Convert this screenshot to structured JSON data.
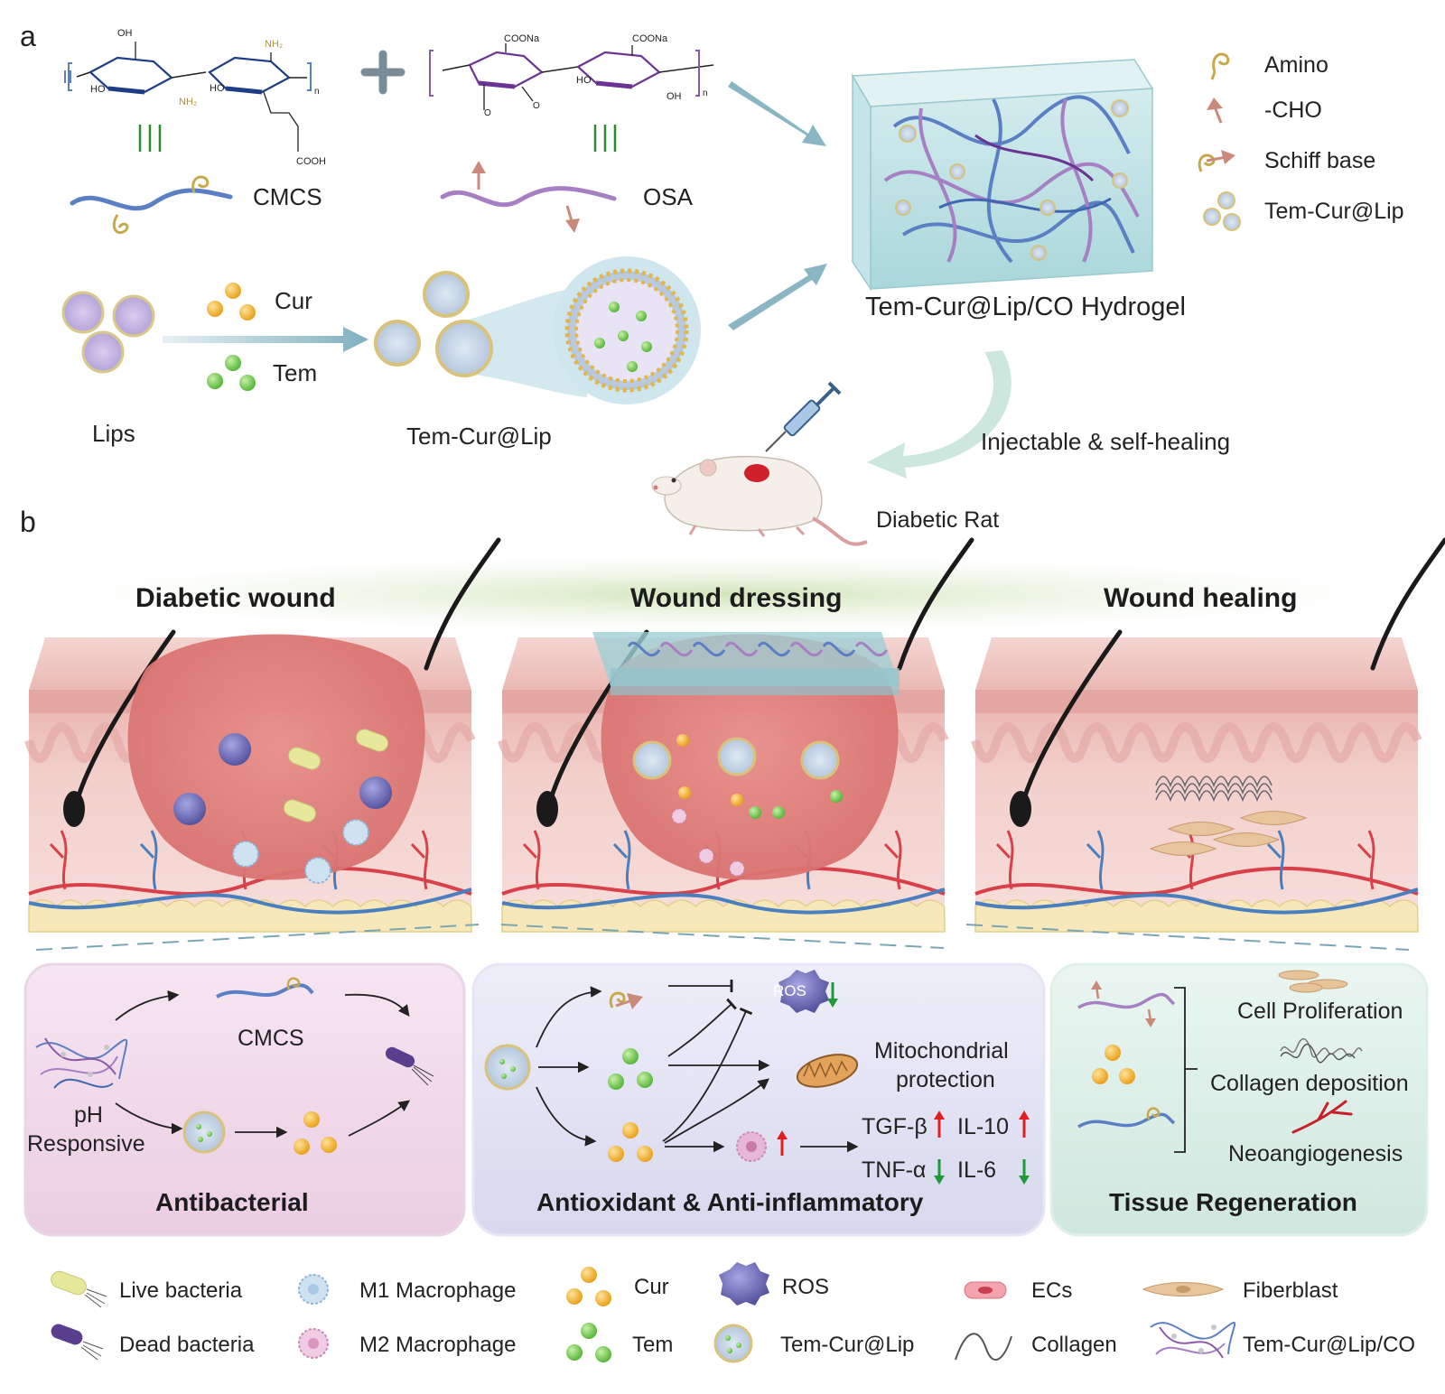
{
  "panel_a": {
    "letter": "a",
    "cmcs_label": "CMCS",
    "osa_label": "OSA",
    "cmcs_groups": {
      "oh": "OH",
      "nh2_top": "NH2",
      "nh2_bottom": "NH2",
      "ho_left": "HO",
      "ho_right": "HO",
      "cooh": "COOH",
      "n": "n"
    },
    "osa_groups": {
      "coona_1": "COONa",
      "coona_2": "COONa",
      "ho": "HO",
      "oh": "OH",
      "n": "n"
    },
    "equivalence_mark": "|||",
    "cur_label": "Cur",
    "tem_label": "Tem",
    "lips_label": "Lips",
    "liposome_label": "Tem-Cur@Lip",
    "hydrogel_label": "Tem-Cur@Lip/CO Hydrogel",
    "injectable_label": "Injectable & self-healing",
    "rat_label": "Diabetic Rat",
    "key": [
      {
        "icon": "amino-icon",
        "label": "Amino"
      },
      {
        "icon": "cho-icon",
        "label": "-CHO"
      },
      {
        "icon": "schiff-base-icon",
        "label": "Schiff base"
      },
      {
        "icon": "liposome-icon",
        "label": "Tem-Cur@Lip"
      }
    ]
  },
  "panel_b": {
    "letter": "b",
    "stages": [
      "Diabetic wound",
      "Wound dressing",
      "Wound healing"
    ],
    "ros_label": "ROS",
    "boxes": {
      "antibacterial": {
        "title": "Antibacterial",
        "cmcs": "CMCS",
        "ph_line1": "pH",
        "ph_line2": "Responsive"
      },
      "antioxidant": {
        "title": "Antioxidant & Anti-inflammatory",
        "ros": "ROS",
        "mito_line1": "Mitochondrial",
        "mito_line2": "protection",
        "tgf": "TGF-β",
        "il10": "IL-10",
        "tnf": "TNF-α",
        "il6": "IL-6"
      },
      "regeneration": {
        "title": "Tissue Regeneration",
        "prolif": "Cell Proliferation",
        "collagen": "Collagen deposition",
        "angio": "Neoangiogenesis"
      }
    }
  },
  "legend": [
    {
      "icon": "live-bacteria-icon",
      "label": "Live bacteria"
    },
    {
      "icon": "m1-macrophage-icon",
      "label": "M1 Macrophage"
    },
    {
      "icon": "cur-icon",
      "label": "Cur"
    },
    {
      "icon": "ros-icon",
      "label": "ROS"
    },
    {
      "icon": "ecs-icon",
      "label": "ECs"
    },
    {
      "icon": "fiberblast-icon",
      "label": "Fiberblast"
    },
    {
      "icon": "dead-bacteria-icon",
      "label": "Dead bacteria"
    },
    {
      "icon": "m2-macrophage-icon",
      "label": "M2 Macrophage"
    },
    {
      "icon": "tem-icon",
      "label": "Tem"
    },
    {
      "icon": "liposome-icon",
      "label": "Tem-Cur@Lip"
    },
    {
      "icon": "collagen-icon",
      "label": "Collagen"
    },
    {
      "icon": "hydrogel-icon",
      "label": "Tem-Cur@Lip/CO"
    }
  ],
  "colors": {
    "cmcs_blue": "#5b7fc4",
    "osa_purple": "#8a5aa8",
    "cur_orange": "#f2b233",
    "tem_green": "#6cc24a",
    "arrow_teal": "#7fb0bf",
    "skin_pink": "#f2c9c4",
    "wound_red": "#e07b78",
    "vessel_red": "#d9404a",
    "vessel_blue": "#4a7fbf",
    "box_pink": "#f1dbeb",
    "box_lavender": "#e3e3f3",
    "box_mint": "#ddefe8",
    "up_red": "#e02020",
    "down_green": "#1f9a3a"
  }
}
